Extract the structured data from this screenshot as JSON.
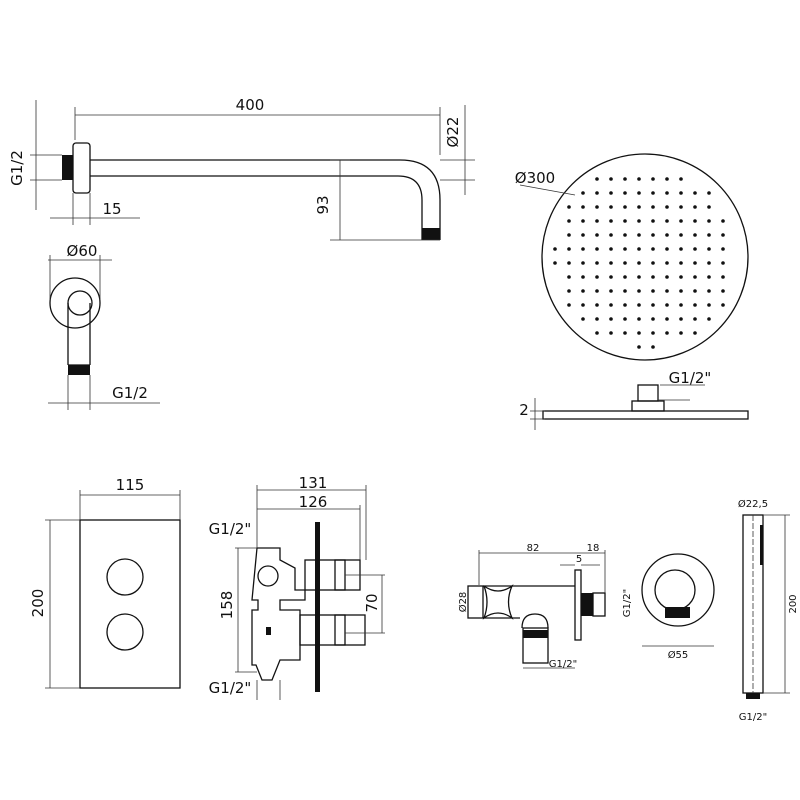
{
  "shower_arm": {
    "length": "400",
    "thread": "G1/2",
    "diameter": "Ø22",
    "flange": "15",
    "drop": "93"
  },
  "arm_flange_view": {
    "diameter": "Ø60",
    "thread": "G1/2"
  },
  "shower_head": {
    "diameter": "Ø300",
    "thread": "G1/2\"",
    "thickness": "2"
  },
  "thermostat_plate": {
    "width": "115",
    "height": "200"
  },
  "valve_body": {
    "depth_outer": "131",
    "depth_inner": "126",
    "height": "158",
    "spacing": "70",
    "inlet_top": "G1/2\"",
    "inlet_bottom": "G1/2\""
  },
  "wall_outlet": {
    "length": "82",
    "flange": "18",
    "plate": "5",
    "diameter": "Ø28",
    "thread_side": "G1/2\"",
    "thread_bottom": "G1/2\"",
    "front_diameter": "Ø55"
  },
  "hand_shower": {
    "diameter": "Ø22,5",
    "length": "200",
    "thread": "G1/2\""
  }
}
